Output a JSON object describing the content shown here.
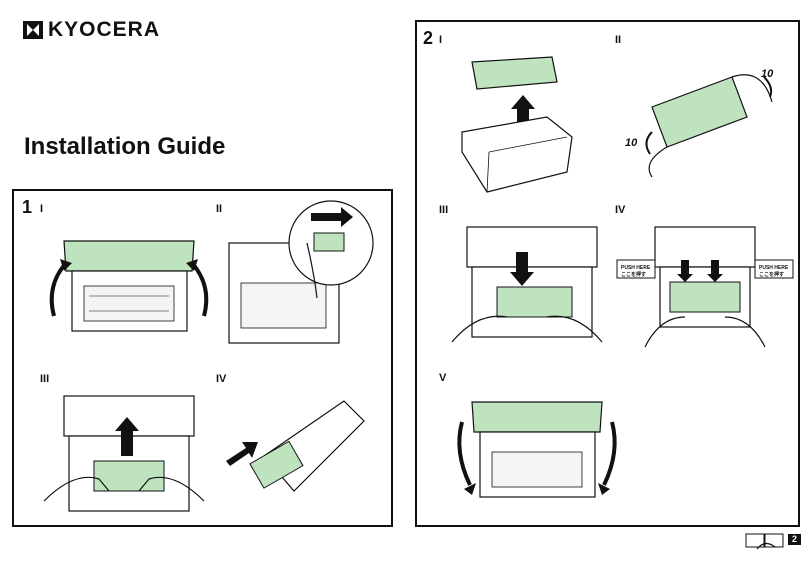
{
  "brand": {
    "name": "KYOCERA"
  },
  "title": "Installation Guide",
  "step1": {
    "number": "1",
    "substeps": [
      "I",
      "II",
      "III",
      "IV"
    ]
  },
  "step2": {
    "number": "2",
    "substeps": [
      "I",
      "II",
      "III",
      "IV",
      "V"
    ],
    "shake_count_top": "10",
    "shake_count_bottom": "10",
    "push_here_left": "PUSH HERE",
    "push_here_right": "PUSH HERE",
    "push_here_jp_left": "ここを押す",
    "push_here_jp_right": "ここを押す"
  },
  "footer": {
    "page_number": "2"
  },
  "colors": {
    "toner_green": "#bfe3bf",
    "ink": "#111111"
  }
}
